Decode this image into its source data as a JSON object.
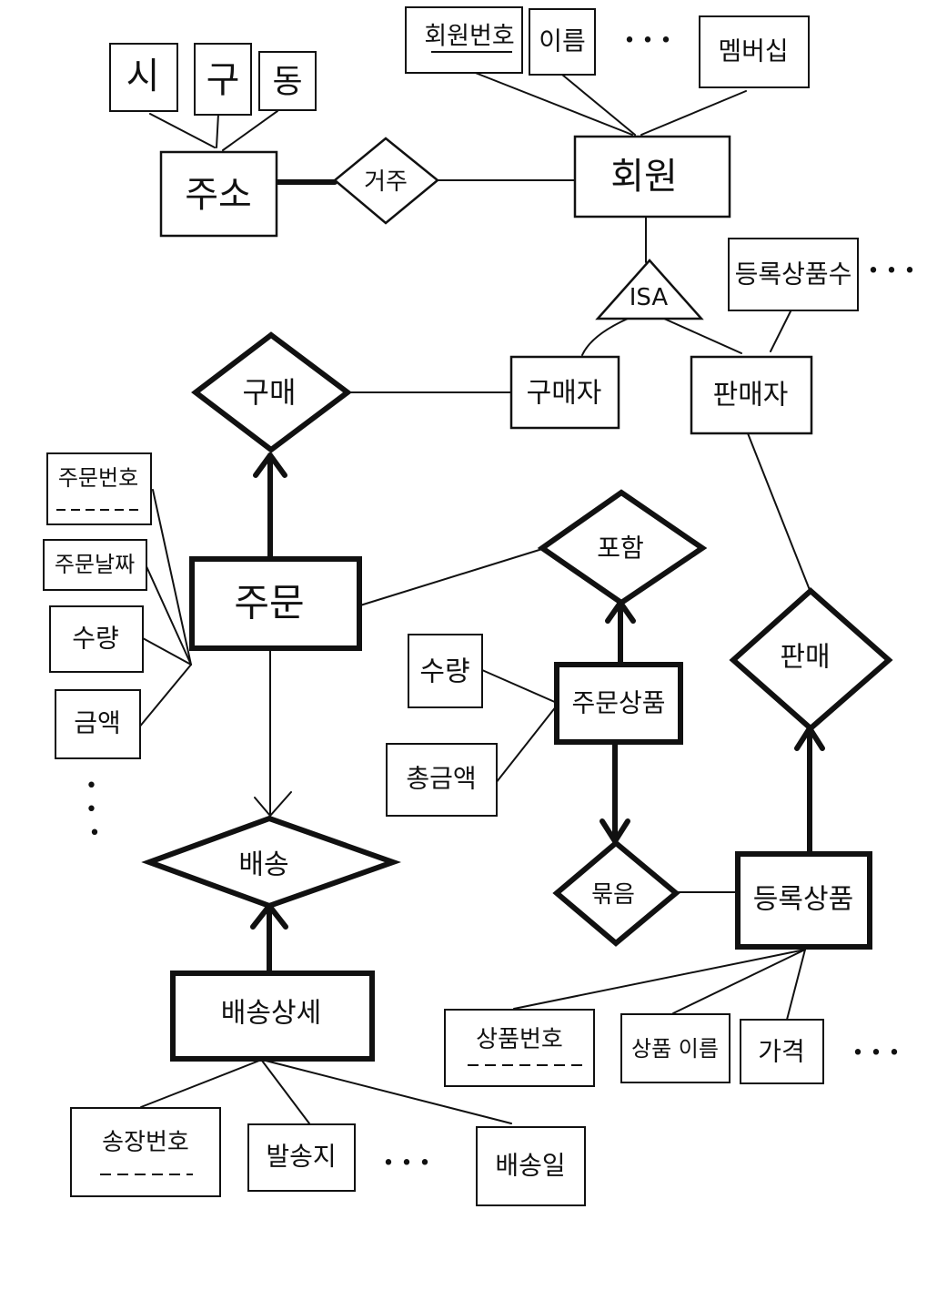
{
  "entities": {
    "address": "주소",
    "member": "회원",
    "buyer": "구매자",
    "seller": "판매자",
    "order": "주문",
    "order_item": "주문상품",
    "delivery_detail": "배송상세",
    "registered_product": "등록상품"
  },
  "relationships": {
    "reside": "거주",
    "purchase": "구매",
    "include": "포함",
    "sell": "판매",
    "delivery": "배송",
    "bundle": "묶음"
  },
  "isa": "ISA",
  "attributes": {
    "city": "시",
    "district": "구",
    "dong": "동",
    "member_no": "회원번호",
    "name": "이름",
    "membership": "멤버십",
    "registered_count": "등록상품수",
    "order_no": "주문번호",
    "order_date": "주문날짜",
    "order_qty": "수량",
    "amount": "금액",
    "item_qty": "수량",
    "total_amount": "총금액",
    "tracking_no": "송장번호",
    "ship_date": "발송지",
    "delivery_date": "배송일",
    "product_no": "상품번호",
    "product_name": "상품 이름",
    "price": "가격"
  },
  "ellipsis": {
    "member": "• • •",
    "seller": "• • •",
    "order": "•\n•\n•",
    "delivery": "• • •",
    "product": "• • •"
  }
}
